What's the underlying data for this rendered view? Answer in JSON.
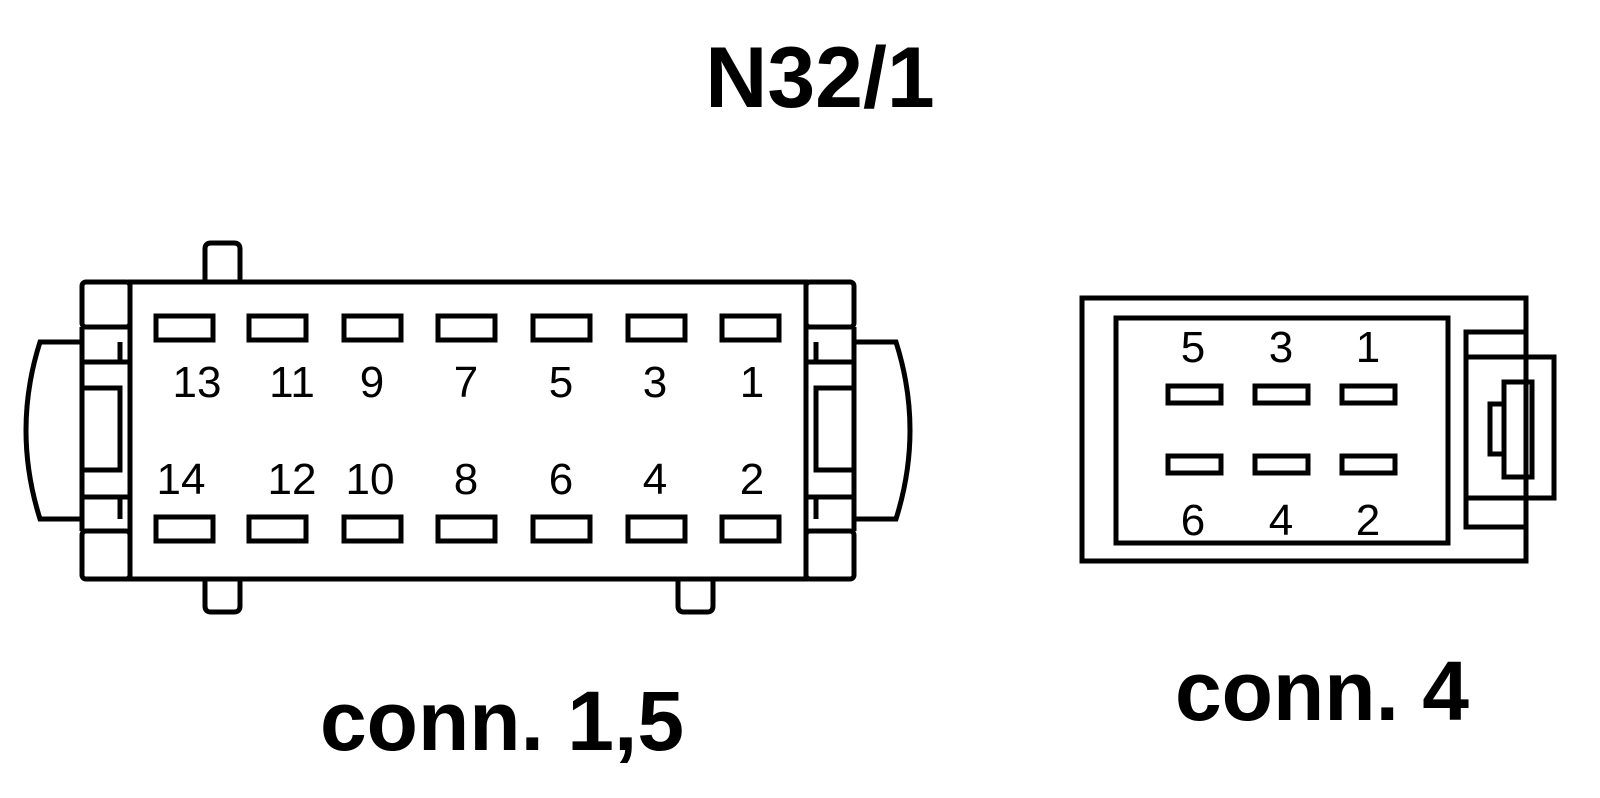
{
  "title": "N32/1",
  "connector_a": {
    "caption": "conn. 1,5",
    "top_row_pins": [
      "13",
      "11",
      "9",
      "7",
      "5",
      "3",
      "1"
    ],
    "bottom_row_pins": [
      "14",
      "12",
      "10",
      "8",
      "6",
      "4",
      "2"
    ]
  },
  "connector_b": {
    "caption": "conn. 4",
    "top_row_pins": [
      "5",
      "3",
      "1"
    ],
    "bottom_row_pins": [
      "6",
      "4",
      "2"
    ]
  }
}
